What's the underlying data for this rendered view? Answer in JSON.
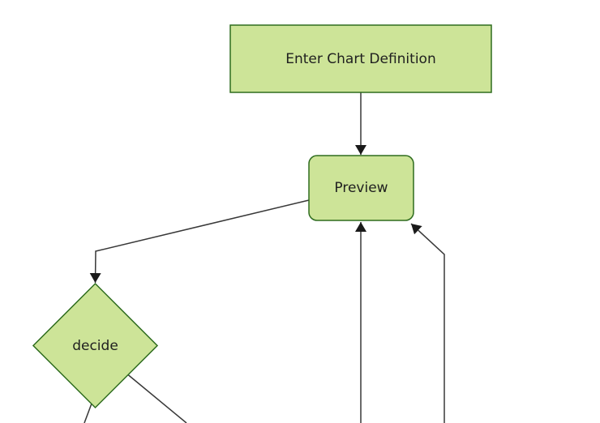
{
  "diagram": {
    "kind": "flowchart",
    "direction": "top-down",
    "nodes": {
      "enter_chart_definition": {
        "label": "Enter Chart Definition",
        "shape": "rectangle"
      },
      "preview": {
        "label": "Preview",
        "shape": "rounded-rectangle"
      },
      "decide": {
        "label": "decide",
        "shape": "diamond"
      }
    },
    "edges": [
      {
        "from": "enter_chart_definition",
        "to": "preview",
        "arrow": "into-preview-top"
      },
      {
        "from": "preview",
        "to": "decide",
        "arrow": "into-decide-top"
      },
      {
        "from": "offscreen-bottom",
        "to": "preview",
        "arrow": "into-preview-bottom"
      },
      {
        "from": "offscreen-bottom-right",
        "to": "preview",
        "arrow": "into-preview-bottom-right"
      },
      {
        "from": "decide",
        "to": "offscreen-bottom-left",
        "arrow": "none-visible"
      },
      {
        "from": "decide",
        "to": "offscreen-bottom-right",
        "arrow": "none-visible"
      }
    ],
    "colors": {
      "node_fill": "#cde498",
      "node_border": "#2e6c1e",
      "edge_line": "#383838",
      "arrowhead": "#1a1a1a",
      "label_text": "#1f1f1f",
      "background": "#ffffff"
    }
  }
}
